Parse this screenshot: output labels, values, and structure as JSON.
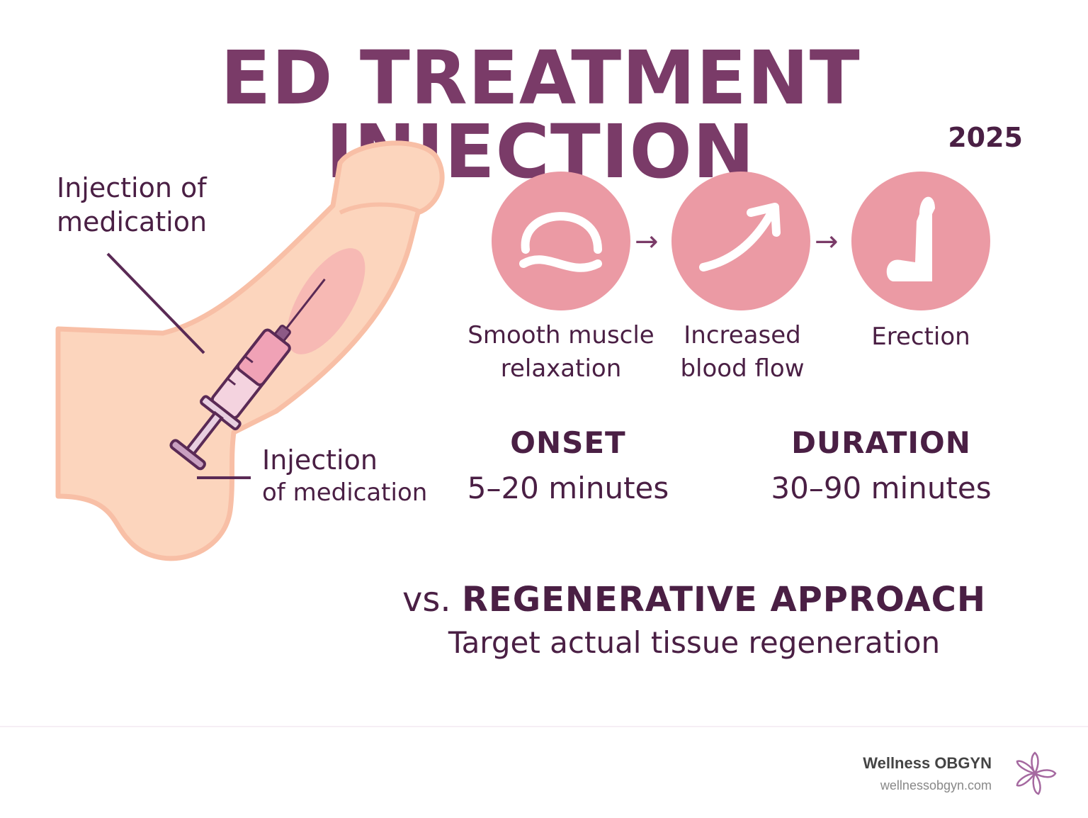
{
  "title": "ED TREATMENT INJECTION",
  "year": "2025",
  "illustration": {
    "label_top": [
      "Injection of",
      "medication"
    ],
    "label_bottom": [
      "Injection",
      "of medication"
    ]
  },
  "mechanism": {
    "steps": [
      {
        "icon": "muscle-relaxation-icon",
        "label": [
          "Smooth muscle",
          "relaxation"
        ]
      },
      {
        "icon": "blood-flow-arrow-icon",
        "label": [
          "Increased",
          "blood flow"
        ]
      },
      {
        "icon": "erection-icon",
        "label": [
          "Erection"
        ]
      }
    ],
    "arrow": "→"
  },
  "stats": {
    "onset": {
      "label": "ONSET",
      "value": "5–20 minutes"
    },
    "duration": {
      "label": "DURATION",
      "value": "30–90 minutes"
    }
  },
  "regenerative": {
    "prefix": "vs.",
    "title": "REGENERATIVE APPROACH",
    "subtitle": "Target actual tissue regeneration"
  },
  "brand": {
    "name": "Wellness OBGYN",
    "url": "wellnessobgyn.com"
  },
  "colors": {
    "title": "#7a3b68",
    "text": "#4a1f44",
    "circle": "#eb9aa4",
    "skin": "#fcd5bd",
    "skin_outline": "#f8bfa6"
  }
}
